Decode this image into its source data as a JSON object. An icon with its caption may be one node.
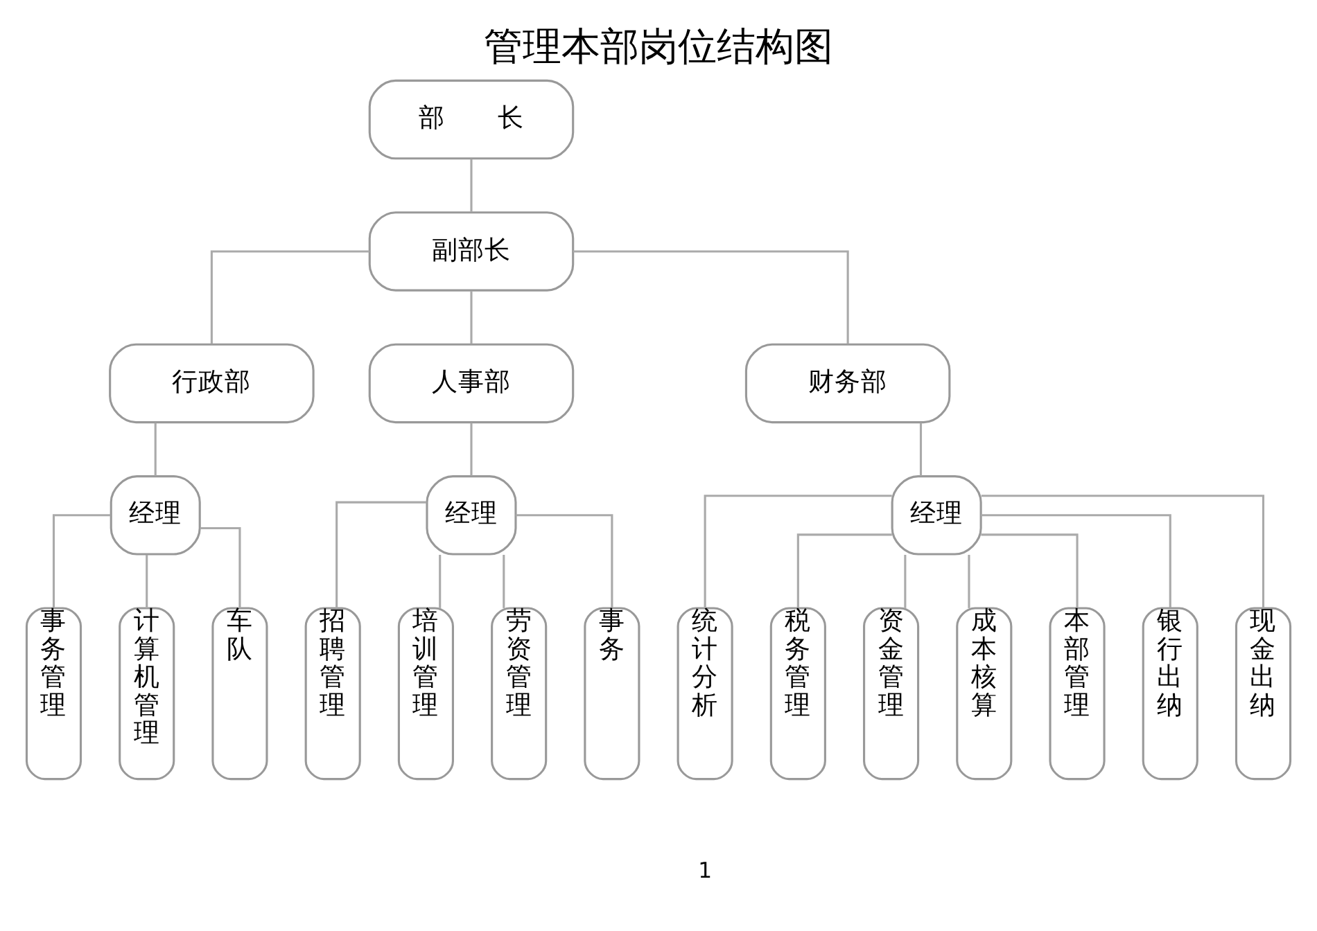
{
  "diagram": {
    "title": "管理本部岗位结构图",
    "nodes": [
      {
        "text": [
          "部　　长"
        ]
      },
      {
        "text": [
          "副部长"
        ]
      },
      {
        "text": [
          "行政部"
        ]
      },
      {
        "text": [
          "人事部"
        ]
      },
      {
        "text": [
          "财务部"
        ]
      },
      {
        "text": [
          "经理"
        ]
      },
      {
        "text": [
          "经理"
        ]
      },
      {
        "text": [
          "经理"
        ]
      },
      {
        "text": [
          "事务管理"
        ]
      },
      {
        "text": [
          "计算机管理"
        ]
      },
      {
        "text": [
          "车队"
        ]
      },
      {
        "text": [
          "招聘管理"
        ]
      },
      {
        "text": [
          "培训管理"
        ]
      },
      {
        "text": [
          "劳资管理"
        ]
      },
      {
        "text": [
          "事务"
        ]
      },
      {
        "text": [
          "统计分析"
        ]
      },
      {
        "text": [
          "税务管理"
        ]
      },
      {
        "text": [
          "资金管理"
        ]
      },
      {
        "text": [
          "成本核算"
        ]
      },
      {
        "text": [
          "本部管理"
        ]
      },
      {
        "text": [
          "银行出纳"
        ]
      },
      {
        "text": [
          "现金出纳"
        ]
      }
    ],
    "edges": [
      {
        "from": 0,
        "to": 1,
        "arrow": "none"
      },
      {
        "from": 1,
        "to": 2,
        "arrow": "none"
      },
      {
        "from": 1,
        "to": 3,
        "arrow": "none"
      },
      {
        "from": 1,
        "to": 4,
        "arrow": "none"
      },
      {
        "from": 2,
        "to": 5,
        "arrow": "none"
      },
      {
        "from": 3,
        "to": 6,
        "arrow": "none"
      },
      {
        "from": 4,
        "to": 7,
        "arrow": "none"
      },
      {
        "from": 5,
        "to": 8,
        "arrow": "none"
      },
      {
        "from": 5,
        "to": 9,
        "arrow": "none"
      },
      {
        "from": 5,
        "to": 10,
        "arrow": "none"
      },
      {
        "from": 6,
        "to": 11,
        "arrow": "none"
      },
      {
        "from": 6,
        "to": 12,
        "arrow": "none"
      },
      {
        "from": 6,
        "to": 13,
        "arrow": "none"
      },
      {
        "from": 6,
        "to": 14,
        "arrow": "none"
      },
      {
        "from": 7,
        "to": 15,
        "arrow": "none"
      },
      {
        "from": 7,
        "to": 16,
        "arrow": "none"
      },
      {
        "from": 7,
        "to": 17,
        "arrow": "none"
      },
      {
        "from": 7,
        "to": 18,
        "arrow": "none"
      },
      {
        "from": 7,
        "to": 19,
        "arrow": "none"
      },
      {
        "from": 7,
        "to": 20,
        "arrow": "none"
      },
      {
        "from": 7,
        "to": 21,
        "arrow": "none"
      }
    ],
    "labels": [
      "1"
    ]
  }
}
